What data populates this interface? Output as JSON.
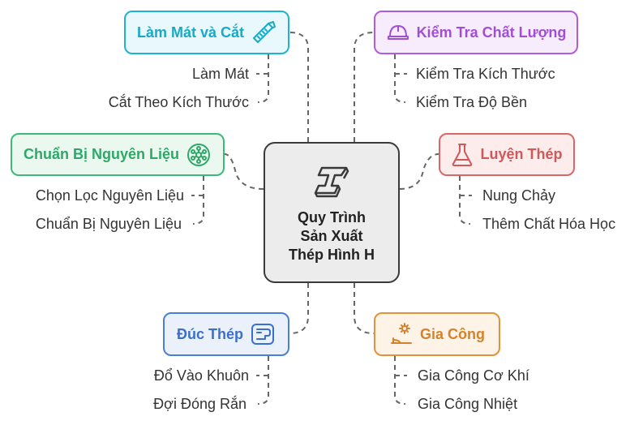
{
  "center": {
    "lines": [
      "Quy Trình",
      "Sản Xuất",
      "Thép Hình H"
    ],
    "icon": "steel-h-beam-icon"
  },
  "nodes": {
    "lam_mat_va_cat": {
      "label": "Làm Mát và Cắt",
      "icon": "saw-icon",
      "color": "#1fb3d3",
      "items": [
        "Làm Mát",
        "Cắt Theo Kích Thước"
      ]
    },
    "kiem_tra": {
      "label": "Kiểm Tra Chất Lượng",
      "icon": "hard-hat-icon",
      "color": "#b15ddb",
      "items": [
        "Kiểm Tra Kích Thước",
        "Kiểm Tra Độ Bền"
      ]
    },
    "chuan_bi": {
      "label": "Chuẩn Bị Nguyên Liệu",
      "icon": "molecule-icon",
      "color": "#3dba7a",
      "items": [
        "Chọn Lọc Nguyên Liệu",
        "Chuẩn Bị Nguyên Liệu"
      ]
    },
    "luyen_thep": {
      "label": "Luyện Thép",
      "icon": "flask-icon",
      "color": "#d86868",
      "items": [
        "Nung Chảy",
        "Thêm Chất Hóa Học"
      ]
    },
    "duc_thep": {
      "label": "Đúc Thép",
      "icon": "mold-icon",
      "color": "#4a7fd6",
      "items": [
        "Đổ Vào Khuôn",
        "Đợi Đóng Rắn"
      ]
    },
    "gia_cong": {
      "label": "Gia Công",
      "icon": "machining-icon",
      "color": "#e1923a",
      "items": [
        "Gia Công Cơ Khí",
        "Gia Công Nhiệt"
      ]
    }
  }
}
